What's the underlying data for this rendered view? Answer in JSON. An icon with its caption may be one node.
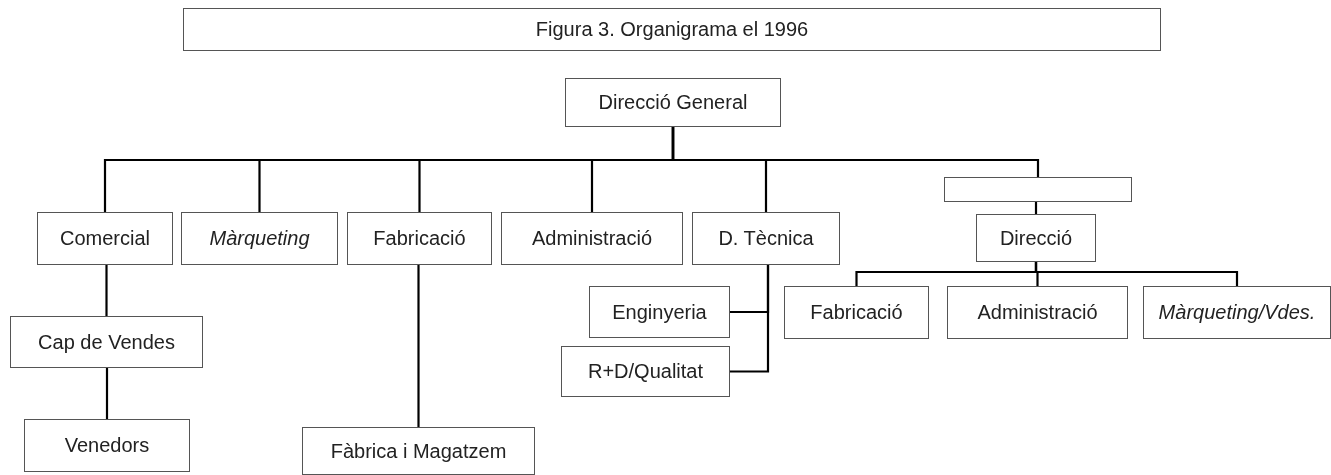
{
  "diagram": {
    "title": "Figura 3. Organigrama el 1996",
    "nodes": [
      {
        "text": [
          "Direcció General"
        ]
      },
      {
        "text": [
          "Comercial"
        ]
      },
      {
        "text": [
          "Màrqueting"
        ]
      },
      {
        "text": [
          "Fabricació"
        ]
      },
      {
        "text": [
          "Administració"
        ]
      },
      {
        "text": [
          "D. Tècnica"
        ]
      },
      {
        "text": [],
        "shape": "box"
      },
      {
        "text": [
          "Direcció"
        ]
      },
      {
        "text": [
          "Cap de Vendes"
        ]
      },
      {
        "text": [
          "Venedors"
        ]
      },
      {
        "text": [
          "Fàbrica i Magatzem"
        ]
      },
      {
        "text": [
          "Enginyeria"
        ]
      },
      {
        "text": [
          "R+D/Qualitat"
        ]
      },
      {
        "text": [
          "Fabricació"
        ]
      },
      {
        "text": [
          "Administració"
        ]
      },
      {
        "text": [
          "Màrqueting/Vdes."
        ]
      }
    ],
    "edges": [
      {
        "from": 0,
        "to": 1,
        "arrow": "none"
      },
      {
        "from": 0,
        "to": 2,
        "arrow": "none"
      },
      {
        "from": 0,
        "to": 3,
        "arrow": "none"
      },
      {
        "from": 0,
        "to": 4,
        "arrow": "none"
      },
      {
        "from": 0,
        "to": 5,
        "arrow": "none"
      },
      {
        "from": 0,
        "to": 6,
        "arrow": "none"
      },
      {
        "from": 6,
        "to": 7,
        "arrow": "none"
      },
      {
        "from": 7,
        "to": 13,
        "arrow": "none"
      },
      {
        "from": 7,
        "to": 14,
        "arrow": "none"
      },
      {
        "from": 7,
        "to": 15,
        "arrow": "none"
      },
      {
        "from": 1,
        "to": 8,
        "arrow": "none"
      },
      {
        "from": 8,
        "to": 9,
        "arrow": "none"
      },
      {
        "from": 3,
        "to": 10,
        "arrow": "none"
      },
      {
        "from": 5,
        "to": 11,
        "arrow": "none"
      },
      {
        "from": 5,
        "to": 12,
        "arrow": "none"
      }
    ]
  }
}
